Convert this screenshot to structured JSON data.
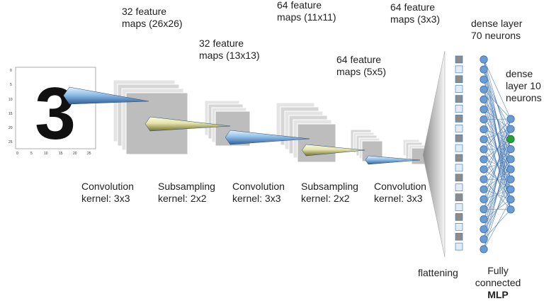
{
  "input_image": {
    "digit": "3",
    "y_ticks": [
      "0",
      "5",
      "10",
      "15",
      "20",
      "25"
    ],
    "x_ticks": [
      "0",
      "5",
      "10",
      "15",
      "20",
      "25"
    ]
  },
  "feature_map_labels": [
    {
      "line1": "32 feature",
      "line2": "maps (26x26)"
    },
    {
      "line1": "32 feature",
      "line2": "maps (13x13)"
    },
    {
      "line1": "64 feature",
      "line2": "maps (11x11)"
    },
    {
      "line1": "64 feature",
      "line2": "maps (5x5)"
    },
    {
      "line1": "64 feature",
      "line2": "maps (3x3)"
    }
  ],
  "operation_labels": [
    {
      "line1": "Convolution",
      "line2": "kernel: 3x3"
    },
    {
      "line1": "Subsampling",
      "line2": "kernel: 2x2"
    },
    {
      "line1": "Convolution",
      "line2": "kernel: 3x3"
    },
    {
      "line1": "Subsampling",
      "line2": "kernel: 2x2"
    },
    {
      "line1": "Convolution",
      "line2": "kernel: 3x3"
    }
  ],
  "dense_70": {
    "line1": "dense layer",
    "line2": "70 neurons"
  },
  "dense_10": {
    "line1": "dense",
    "line2": "layer 10",
    "line3": "neurons"
  },
  "flattening": "flattening",
  "mlp": {
    "line1": "Fully",
    "line2": "connected",
    "line3": "MLP"
  },
  "colors": {
    "neuron": "#6a9bd1",
    "neuron_active": "#21a336",
    "connection": "#3a6fb0",
    "map_front": "#bdbdbd",
    "conv_cone": "#7fb0e0",
    "pool_cone": "#e6e6a8"
  }
}
